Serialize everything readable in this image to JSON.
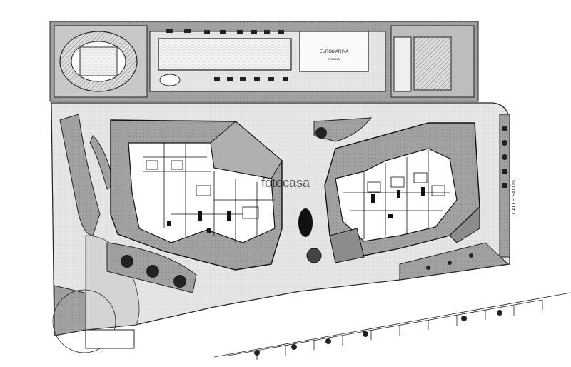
{
  "plan": {
    "street_label": "CALLE SALÓN",
    "watermark": "fotocasa",
    "pool_label": "EUROMARINA",
    "pool_sub": "PISCINA",
    "colors": {
      "paving": "#e3e3e3",
      "garden": "#9a9a9a",
      "garden_dark": "#6e6e6e",
      "building": "#ffffff",
      "line": "#1a1a1a"
    }
  }
}
